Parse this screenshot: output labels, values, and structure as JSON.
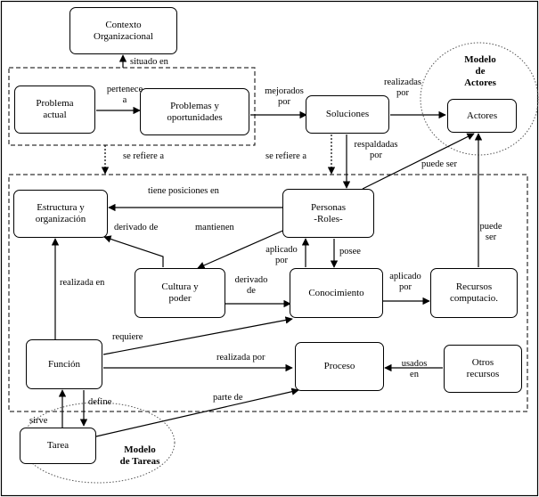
{
  "nodes": {
    "contexto": "Contexto\nOrganizacional",
    "problema_actual": "Problema\nactual",
    "problemas_oportunidades": "Problemas y\noportunidades",
    "soluciones": "Soluciones",
    "actores": "Actores",
    "estructura": "Estructura y\norganización",
    "personas": "Personas\n-Roles-",
    "cultura": "Cultura y\npoder",
    "conocimiento": "Conocimiento",
    "recursos": "Recursos\ncomputacio.",
    "funcion": "Función",
    "proceso": "Proceso",
    "otros_recursos": "Otros\nrecursos",
    "tarea": "Tarea"
  },
  "regions": {
    "modelo_actores": "Modelo\nde\nActores",
    "modelo_tareas": "Modelo\nde Tareas"
  },
  "edges": {
    "situado_en": "situado en",
    "pertenece_a": "pertenece\na",
    "mejorados_por": "mejorados\npor",
    "realizadas_por": "realizadas\npor",
    "se_refiere_a_left": "se refiere a",
    "se_refiere_a_right": "se refiere a",
    "respaldadas_por": "respaldadas\npor",
    "puede_ser_top": "puede ser",
    "tiene_posiciones_en": "tiene posiciones en",
    "derivado_de_top": "derivado de",
    "mantienen": "mantienen",
    "aplicado_por_left": "aplicado\npor",
    "posee": "posee",
    "derivado_de_mid": "derivado\nde",
    "aplicado_por_right": "aplicado\npor",
    "puede_ser_right": "puede\nser",
    "realizada_en": "realizada en",
    "requiere": "requiere",
    "realizada_por": "realizada por",
    "usados_en": "usados\nen",
    "define": "define",
    "sirve": "sirve",
    "parte_de": "parte de"
  }
}
